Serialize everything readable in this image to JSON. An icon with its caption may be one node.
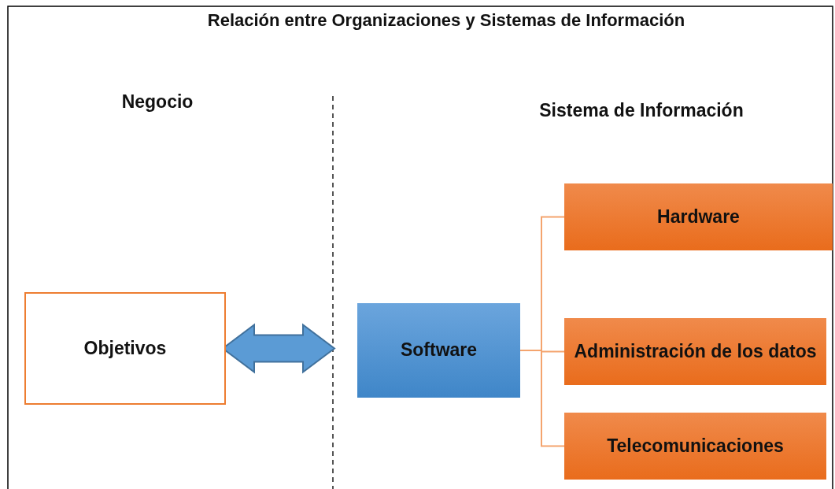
{
  "diagram": {
    "title": "Relación entre Organizaciones y Sistemas de Información",
    "nodes": [
      {
        "text": [
          "Objetivos"
        ]
      },
      {
        "text": [
          "Software"
        ]
      },
      {
        "text": [
          "Hardware"
        ]
      },
      {
        "text": [
          "Administración de los datos"
        ]
      },
      {
        "text": [
          "Telecomunicaciones"
        ]
      }
    ],
    "edges": [
      {
        "from": 0,
        "to": null,
        "arrow": "both",
        "style": "thick",
        "color": "#5b9bd5"
      },
      {
        "from": 1,
        "to": 2,
        "arrow": "none"
      },
      {
        "from": 1,
        "to": 3,
        "arrow": "none"
      },
      {
        "from": 1,
        "to": 4,
        "arrow": "none"
      }
    ],
    "labels": [
      "Negocio",
      "Sistema de Información"
    ]
  }
}
